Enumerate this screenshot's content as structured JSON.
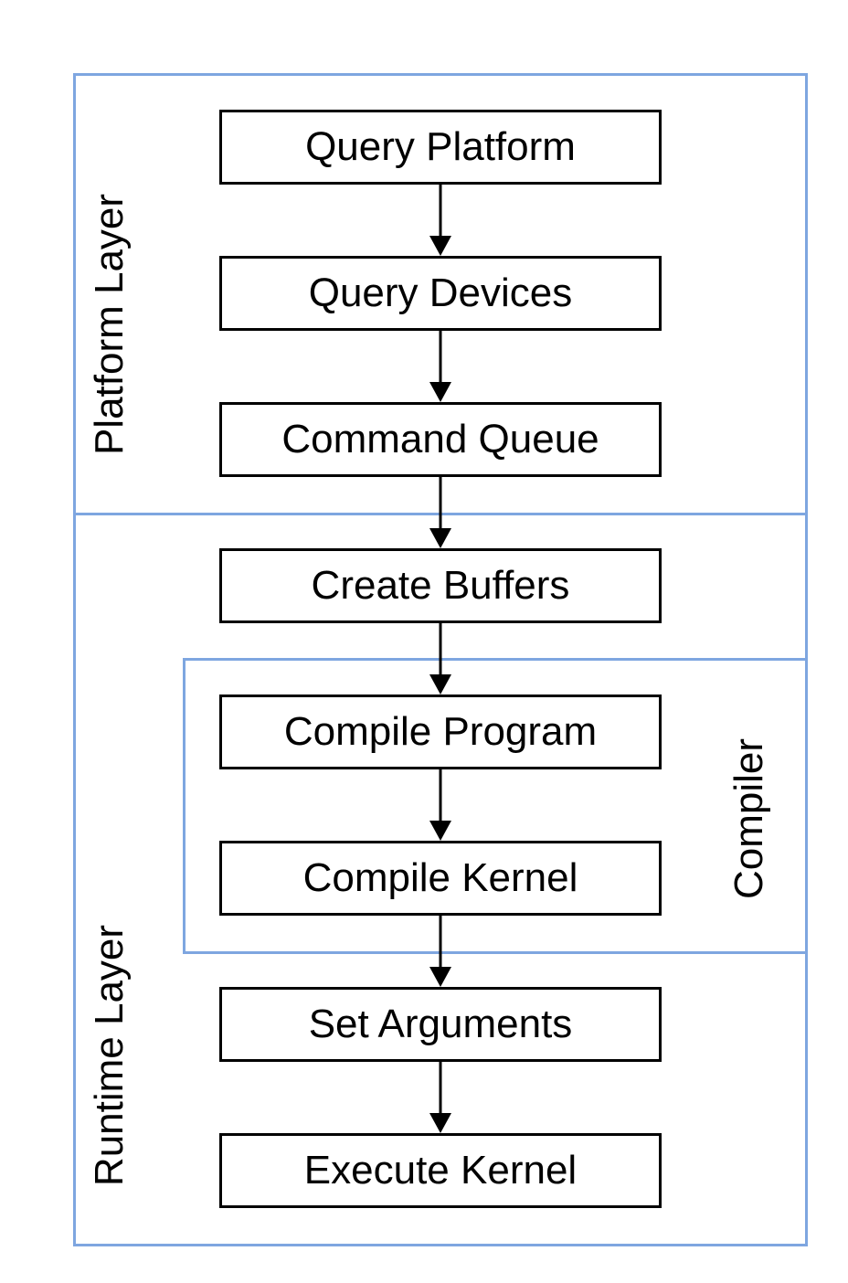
{
  "regions": {
    "platform_label": "Platform Layer",
    "runtime_label": "Runtime Layer",
    "compiler_label": "Compiler"
  },
  "steps": [
    "Query Platform",
    "Query Devices",
    "Command Queue",
    "Create Buffers",
    "Compile Program",
    "Compile Kernel",
    "Set Arguments",
    "Execute Kernel"
  ],
  "colors": {
    "region_border": "#7ea6e0",
    "box_border": "#000000",
    "arrow": "#000000"
  }
}
